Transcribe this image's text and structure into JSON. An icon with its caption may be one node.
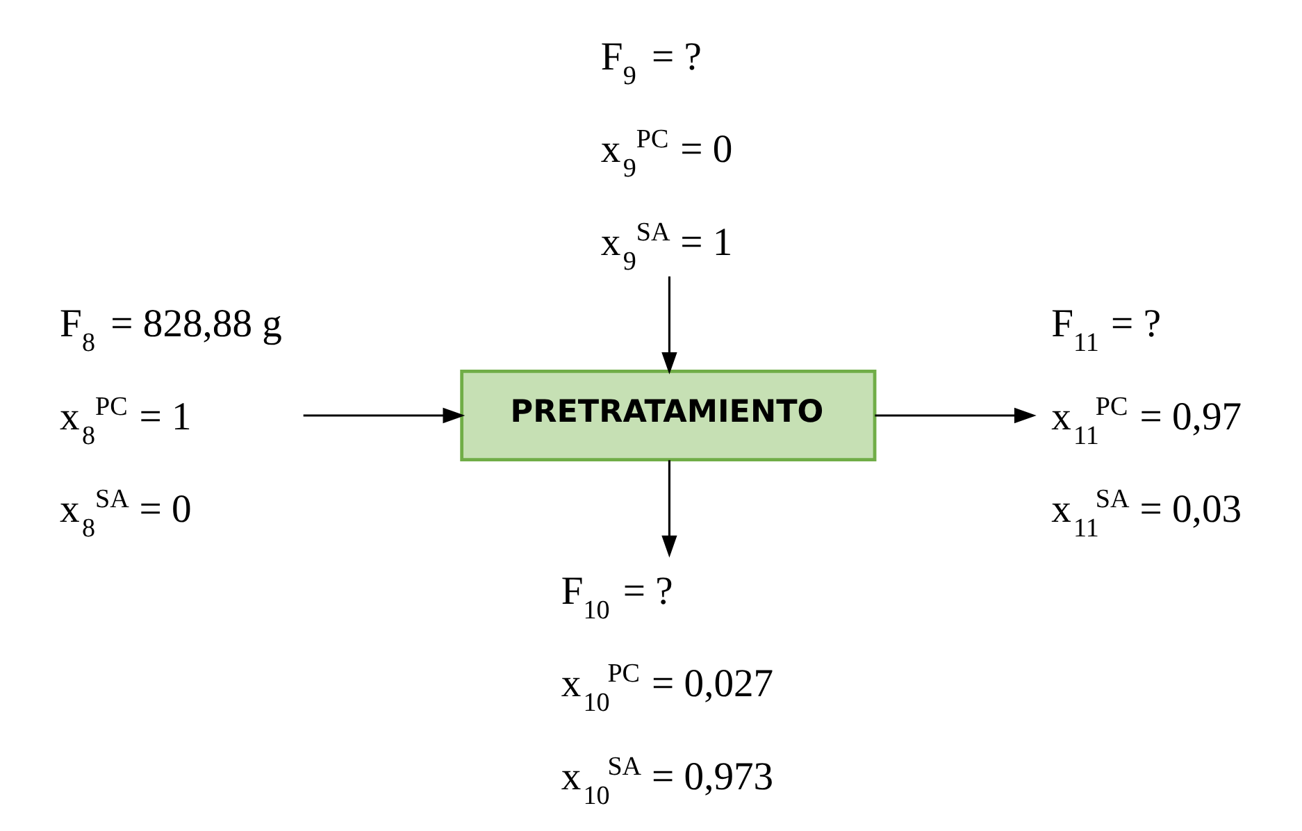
{
  "diagram": {
    "nodes": [
      {
        "text": [
          "F$_{9}$ = ?",
          "x$_{9}$$^{PC}$ = 0",
          "x$_{9}$$^{SA}$ = 1"
        ]
      },
      {
        "text": [
          "F$_{8}$ = 828,88 g",
          "x$_{8}$$^{PC}$ = 1",
          "x$_{8}$$^{SA}$ = 0"
        ]
      },
      {
        "text": [
          "PRETRATAMIENTO"
        ]
      },
      {
        "text": [
          "F$_{11}$ = ?",
          "x$_{11}$$^{PC}$ = 0,97",
          "x$_{11}$$^{SA}$ = 0,03"
        ]
      },
      {
        "text": [
          "F$_{10}$ = ?",
          "x$_{10}$$^{PC}$ = 0,027",
          "x$_{10}$$^{SA}$ = 0,973"
        ]
      }
    ],
    "edges": [
      {
        "from": 1,
        "to": 2,
        "arrow": "to"
      },
      {
        "from": 0,
        "to": 2,
        "arrow": "to"
      },
      {
        "from": 2,
        "to": 3,
        "arrow": "to"
      },
      {
        "from": 2,
        "to": 4,
        "arrow": "to"
      }
    ]
  }
}
